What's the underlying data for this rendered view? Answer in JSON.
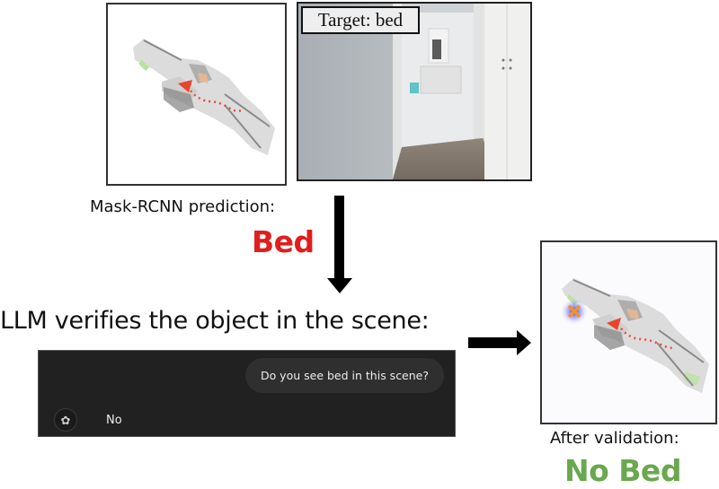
{
  "top_left_panel": {
    "type": "top-down-map",
    "content": "navigation map with red dotted trajectory and red agent arrow"
  },
  "photo_panel": {
    "target_label": "Target: bed",
    "content": "egocentric view of hallway leading to bathroom"
  },
  "mask_rcnn": {
    "caption": "Mask-RCNN prediction:",
    "prediction": "Bed",
    "prediction_color": "#e11d1d"
  },
  "llm": {
    "caption": "LLM verifies the object in the scene:"
  },
  "chat": {
    "user_message": "Do you see bed in this scene?",
    "assistant_icon": "openai-logo-icon",
    "assistant_reply": "No",
    "background_color": "#212121",
    "bubble_color": "#2f2f2f"
  },
  "right_panel": {
    "type": "top-down-map",
    "content": "map with orange X marker at heat-spot, red trajectory and agent arrow"
  },
  "validation": {
    "caption": "After validation:",
    "result": "No Bed",
    "result_color": "#6aa84f"
  },
  "arrows": {
    "down_arrow": "arrow-down-icon",
    "right_arrow": "arrow-right-icon"
  }
}
